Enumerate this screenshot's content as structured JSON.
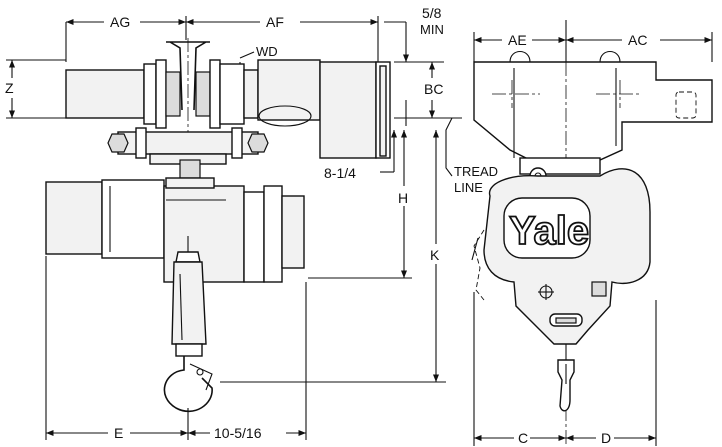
{
  "dimensions": {
    "ag": "AG",
    "af": "AF",
    "min_clearance_value": "5/8",
    "min_clearance_suffix": "MIN",
    "wd": "WD",
    "z": "Z",
    "bc": "BC",
    "flange_offset": "8-1/4",
    "h": "H",
    "k": "K",
    "e": "E",
    "hook_offset": "10-5/16",
    "ae": "AE",
    "ac": "AC",
    "c": "C",
    "d": "D"
  },
  "labels": {
    "tread_line_1": "TREAD",
    "tread_line_2": "LINE"
  },
  "logo": {
    "text": "Yale"
  }
}
